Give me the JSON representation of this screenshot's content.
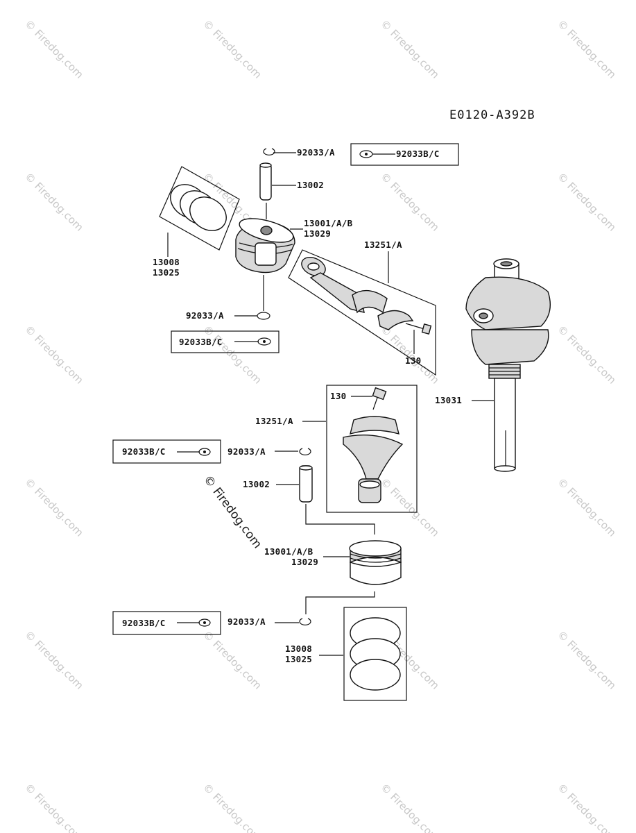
{
  "diagram_code": "E0120-A392B",
  "watermark_text": "© Firedog.com",
  "labels": {
    "top_clip": "92033/A",
    "top_clip_alt": "92033B/C",
    "top_pin": "13002",
    "top_piston_1": "13001/A/B",
    "top_piston_2": "13029",
    "top_rings_1": "13008",
    "top_rings_2": "13025",
    "top_conrod": "13251/A",
    "top_clip_lower": "92033/A",
    "top_clip_lower_alt": "92033B/C",
    "top_bolt": "130",
    "crankshaft": "13031",
    "bot_bolt": "130",
    "bot_conrod": "13251/A",
    "bot_clip_alt_1": "92033B/C",
    "bot_clip_1": "92033/A",
    "bot_pin": "13002",
    "bot_piston_1": "13001/A/B",
    "bot_piston_2": "13029",
    "bot_clip_alt_2": "92033B/C",
    "bot_clip_2": "92033/A",
    "bot_rings_1": "13008",
    "bot_rings_2": "13025"
  }
}
